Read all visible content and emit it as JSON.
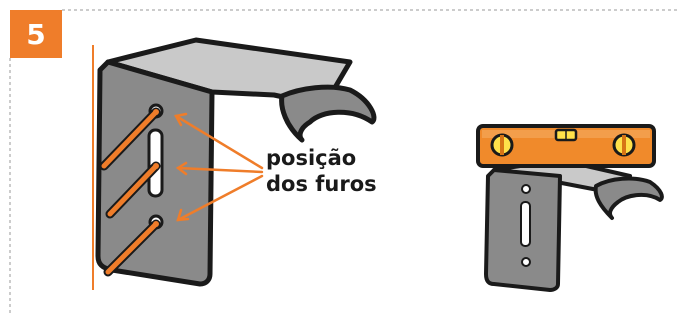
{
  "step": {
    "number": "5"
  },
  "callout": {
    "line1": "posição",
    "line2": "dos furos"
  },
  "colors": {
    "accent": "#ef7d2a",
    "bracket_fill": "#8a8a8a",
    "bracket_top": "#c9c9c9",
    "outline": "#1a1a1a",
    "dashed_border": "#9a9a9a",
    "level_body": "#f08a2b",
    "level_vial": "#ffe14a"
  }
}
